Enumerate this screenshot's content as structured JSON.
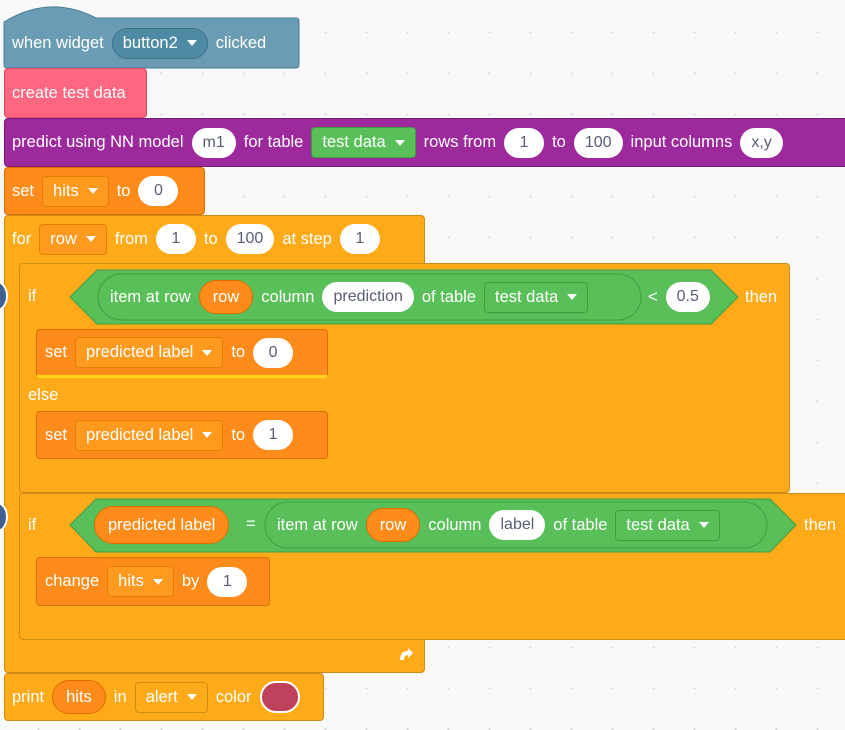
{
  "event": {
    "when": "when widget",
    "widget": "button2",
    "clicked": "clicked"
  },
  "create": {
    "label": "create test data"
  },
  "predict": {
    "label": "predict using NN model",
    "model": "m1",
    "for_table": "for table",
    "table": "test data",
    "rows_from": "rows from",
    "from": "1",
    "to": "to",
    "to_value": "100",
    "input_columns": "input columns",
    "columns": "x,y"
  },
  "set_hits": {
    "label": "set",
    "var": "hits",
    "to": "to",
    "value": "0"
  },
  "for_loop": {
    "label": "for",
    "var": "row",
    "from": "from",
    "from_value": "1",
    "to": "to",
    "to_value": "100",
    "at_step": "at step",
    "step": "1"
  },
  "if1": {
    "if": "if",
    "item_at_row": "item at row",
    "row": "row",
    "column": "column",
    "column_name": "prediction",
    "of_table": "of table",
    "table": "test data",
    "op": "<",
    "threshold": "0.5",
    "then": "then"
  },
  "set_pred0": {
    "label": "set",
    "var": "predicted label",
    "to": "to",
    "value": "0"
  },
  "else_label": "else",
  "set_pred1": {
    "label": "set",
    "var": "predicted label",
    "to": "to",
    "value": "1"
  },
  "if2": {
    "if": "if",
    "left_var": "predicted label",
    "op": "=",
    "item_at_row": "item at row",
    "row": "row",
    "column": "column",
    "column_name": "label",
    "of_table": "of table",
    "table": "test data",
    "then": "then"
  },
  "change": {
    "label": "change",
    "var": "hits",
    "by": "by",
    "value": "1"
  },
  "print": {
    "label": "print",
    "var": "hits",
    "in": "in",
    "target": "alert",
    "color_label": "color",
    "color_value": "#c0415b"
  },
  "icons": {
    "loop": "loop-arrow-icon",
    "dropdown": "dropdown-arrow-icon"
  },
  "colors": {
    "event": "#6a9db3",
    "create": "#ff6680",
    "predict": "#9d2a9d",
    "control": "#ffab19",
    "variable": "#ff8c1a",
    "operator": "#59c059"
  }
}
